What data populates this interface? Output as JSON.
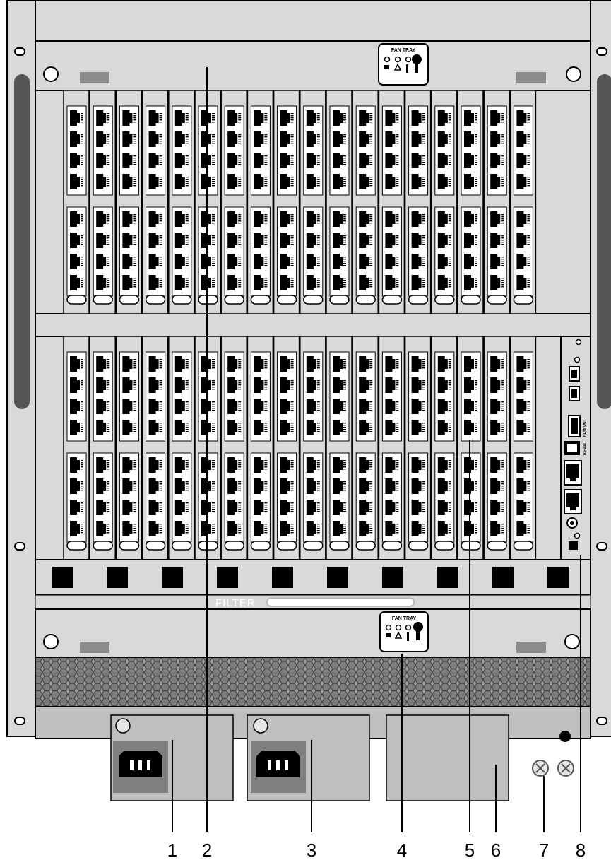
{
  "diagram": {
    "fan_tray_top": {
      "label": "FAN TRAY"
    },
    "fan_tray_bottom": {
      "label": "FAN TRAY"
    },
    "filter_label": "FILTER",
    "control_card": {
      "port_labels": [
        "HDMI OUT",
        "RS-232"
      ]
    },
    "callouts": [
      "1",
      "2",
      "3",
      "4",
      "5",
      "6",
      "7",
      "8"
    ],
    "colors": {
      "chassis": "#d9d9d9",
      "outline": "#000000",
      "panel_dark": "#333333",
      "grille": "#8c8c8c",
      "psu_body": "#bfbfbf",
      "psu_inlet": "#7f7f7f"
    }
  }
}
